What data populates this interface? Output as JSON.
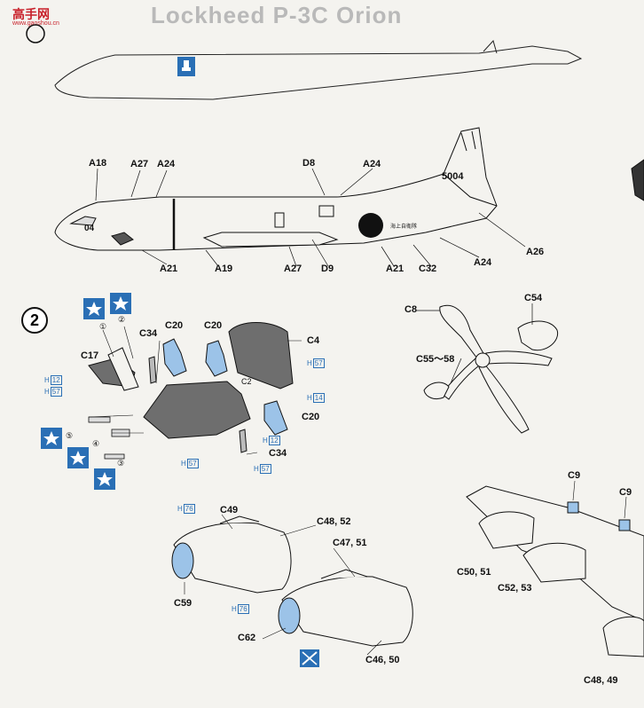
{
  "header": {
    "site_logo": "高手网",
    "site_url": "www.gaoshou.cn",
    "title": "Lockheed P-3C Orion"
  },
  "step": {
    "number": "2"
  },
  "aircraft_markings": {
    "tail_number": "5004",
    "nose_number": "04",
    "kanji": "海上自衛隊"
  },
  "callouts": {
    "a18": "A18",
    "a27_top": "A27",
    "a24_top": "A24",
    "d8": "D8",
    "a24_top2": "A24",
    "a26": "A26",
    "a24_bot": "A24",
    "a21_left": "A21",
    "a19": "A19",
    "a27_bot": "A27",
    "d9": "D9",
    "a21_right": "A21",
    "c32": "C32",
    "c8": "C8",
    "c54": "C54",
    "c55_58": "C55～58",
    "c17": "C17",
    "c34_top": "C34",
    "c20_a": "C20",
    "c20_b": "C20",
    "c4": "C4",
    "c2": "C2",
    "c20_c": "C20",
    "c34_bot": "C34",
    "c49": "C49",
    "c48_52": "C48, 52",
    "c47_51": "C47, 51",
    "c59": "C59",
    "c62": "C62",
    "c46_50": "C46, 50",
    "c9_a": "C9",
    "c9_b": "C9",
    "c50_51": "C50, 51",
    "c52_53": "C52, 53",
    "c48_49": "C48, 49"
  },
  "circled_refs": {
    "r1": "①",
    "r2": "②",
    "r3": "③",
    "r4": "④",
    "r5": "⑤"
  },
  "paint_refs": {
    "h12_a": {
      "prefix": "H",
      "num": "12"
    },
    "h57_a": {
      "prefix": "H",
      "num": "57"
    },
    "h57_c4": {
      "prefix": "H",
      "num": "57"
    },
    "h14": {
      "prefix": "H",
      "num": "14"
    },
    "h12_b": {
      "prefix": "H",
      "num": "12"
    },
    "h57_b": {
      "prefix": "H",
      "num": "57"
    },
    "h57_c": {
      "prefix": "H",
      "num": "57"
    },
    "h76_a": {
      "prefix": "H",
      "num": "76"
    },
    "h76_b": {
      "prefix": "H",
      "num": "76"
    }
  },
  "colors": {
    "paint_blue": "#2a6fb5",
    "part_blue": "#9cc3e8",
    "floor_gray": "#6e6e6e",
    "logo_red": "#c8202a"
  }
}
